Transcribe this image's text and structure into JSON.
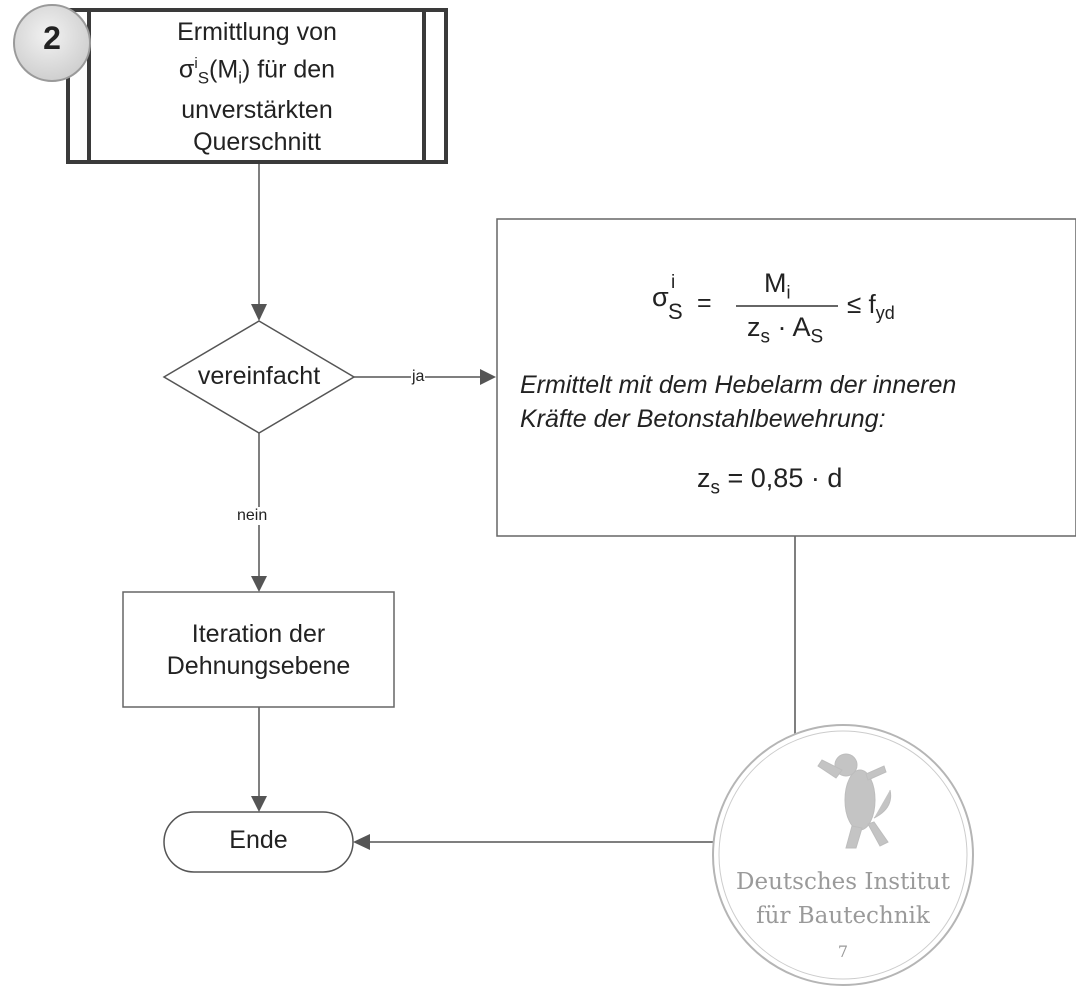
{
  "step": {
    "number": "2"
  },
  "start_box": {
    "line1": "Ermittlung von",
    "line2_sigma": "σ",
    "line2_sup": "i",
    "line2_sub": "S",
    "line2_paren_open": "(M",
    "line2_paren_sub": "i",
    "line2_rest": ") für den",
    "line3": "unverstärkten",
    "line4": "Querschnitt"
  },
  "decision": {
    "label": "vereinfacht",
    "yes": "ja",
    "no": "nein"
  },
  "formula_box": {
    "sigma": "σ",
    "sigma_sup": "i",
    "sigma_sub": "S",
    "equals": "=",
    "numerator": "M",
    "numerator_sub": "i",
    "denominator_z": "z",
    "denominator_z_sub": "s",
    "denominator_dot": "·",
    "denominator_a": "A",
    "denominator_a_sub": "S",
    "leq": "≤ f",
    "f_sub": "yd",
    "note_line1": "Ermittelt mit dem Hebelarm der inneren",
    "note_line2": "Kräfte der Betonstahlbewehrung:",
    "z_lhs": "z",
    "z_lhs_sub": "s",
    "z_rhs": "= 0,85 · d"
  },
  "iteration_box": {
    "line1": "Iteration der",
    "line2": "Dehnungsebene"
  },
  "end_box": {
    "label": "Ende"
  },
  "stamp": {
    "line1": "Deutsches Institut",
    "line2": "für Bautechnik",
    "number": "7"
  }
}
